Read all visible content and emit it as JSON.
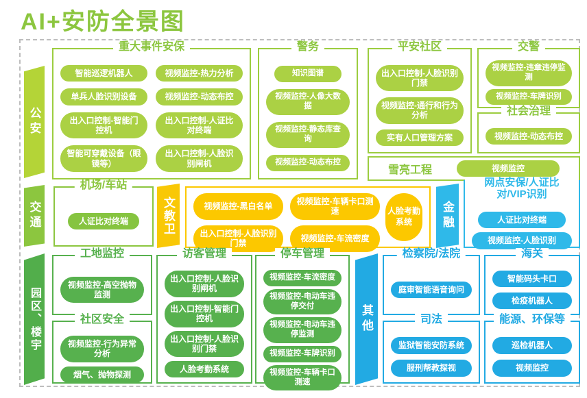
{
  "title": "AI+安防全景图",
  "colors": {
    "title_green": "#8cc63f",
    "lime": "#abd144",
    "green": "#86c440",
    "deep_green": "#57b14e",
    "gold": "#fcc800",
    "cyan": "#2fb9e9",
    "blue": "#22aae3",
    "banner_public_security": "#b4d437",
    "banner_parks": "#52ae4b"
  },
  "top": {
    "banner": "公安",
    "major": {
      "header": "重大事件安保",
      "pills": [
        "智能巡逻机器人",
        "视频监控-热力分析",
        "单兵人脸识别设备",
        "视频监控-动态布控",
        "出入口控制-智能门控机",
        "出入口控制-人证比对终端",
        "智能可穿戴设备（眼镜等）",
        "出入口控制-人脸识别闸机"
      ]
    },
    "police": {
      "header": "警务",
      "pills": [
        "知识图谱",
        "视频监控-人像大数据",
        "视频监控-静态库查询",
        "视频监控-动态布控"
      ]
    },
    "community": {
      "header": "平安社区",
      "pills": [
        "出入口控制-人脸识别门禁",
        "视频监控-通行和行为分析",
        "实有人口管理方案"
      ]
    },
    "traffic_police": {
      "header": "交警",
      "pills": [
        "视频监控-违章违停监测",
        "视频监控-车牌识别"
      ]
    },
    "governance": {
      "header": "社会治理",
      "pills": [
        "视频监控-动态布控"
      ]
    },
    "sharp_eyes": {
      "header": "雪亮工程",
      "pills": [
        "视频监控"
      ]
    }
  },
  "middle": {
    "banner": "交通",
    "airport": {
      "header": "机场/车站",
      "pills": [
        "人证比对终端"
      ]
    },
    "edu_banner": "文教卫",
    "edu": {
      "pills": [
        "视频监控-黑白名单",
        "视频监控-车辆卡口测速",
        "出入口控制-人脸识别门禁",
        "视频监控-车流密度"
      ],
      "side_pill": "人脸考勤系统"
    },
    "finance_banner": "金融",
    "branch": {
      "header": "网点安保/人证比对/VIP识别",
      "pills": [
        "人证比对终端",
        "视频监控-人脸识别"
      ]
    }
  },
  "bottom": {
    "banner": "园区、楼宇",
    "site": {
      "header": "工地监控",
      "pills": [
        "视频监控-高空抛物监测"
      ]
    },
    "community_safety": {
      "header": "社区安全",
      "pills": [
        "视频监控-行为异常分析",
        "烟气、抛物探测"
      ]
    },
    "visitor": {
      "header": "访客管理",
      "pills": [
        "出入口控制-人脸识别闸机",
        "出入口控制-智能门控机",
        "出入口控制-人脸识别门禁",
        "人脸考勤系统"
      ]
    },
    "parking": {
      "header": "停车管理",
      "pills": [
        "视频监控-车流密度",
        "视频监控-电动车违停交付",
        "视频监控-电动车违停监测",
        "视频监控-车牌识别",
        "视频监控-车辆卡口测速"
      ]
    },
    "other_banner": "其他",
    "court": {
      "header": "检察院/法院",
      "pills": [
        "庭审智能语音询问"
      ]
    },
    "justice": {
      "header": "司法",
      "pills": [
        "监狱智能安防系统",
        "服刑帮教探视"
      ]
    },
    "customs": {
      "header": "海关",
      "pills": [
        "智能码头卡口",
        "检疫机器人"
      ]
    },
    "energy": {
      "header": "能源、环保等",
      "pills": [
        "巡检机器人",
        "视频监控"
      ]
    }
  }
}
